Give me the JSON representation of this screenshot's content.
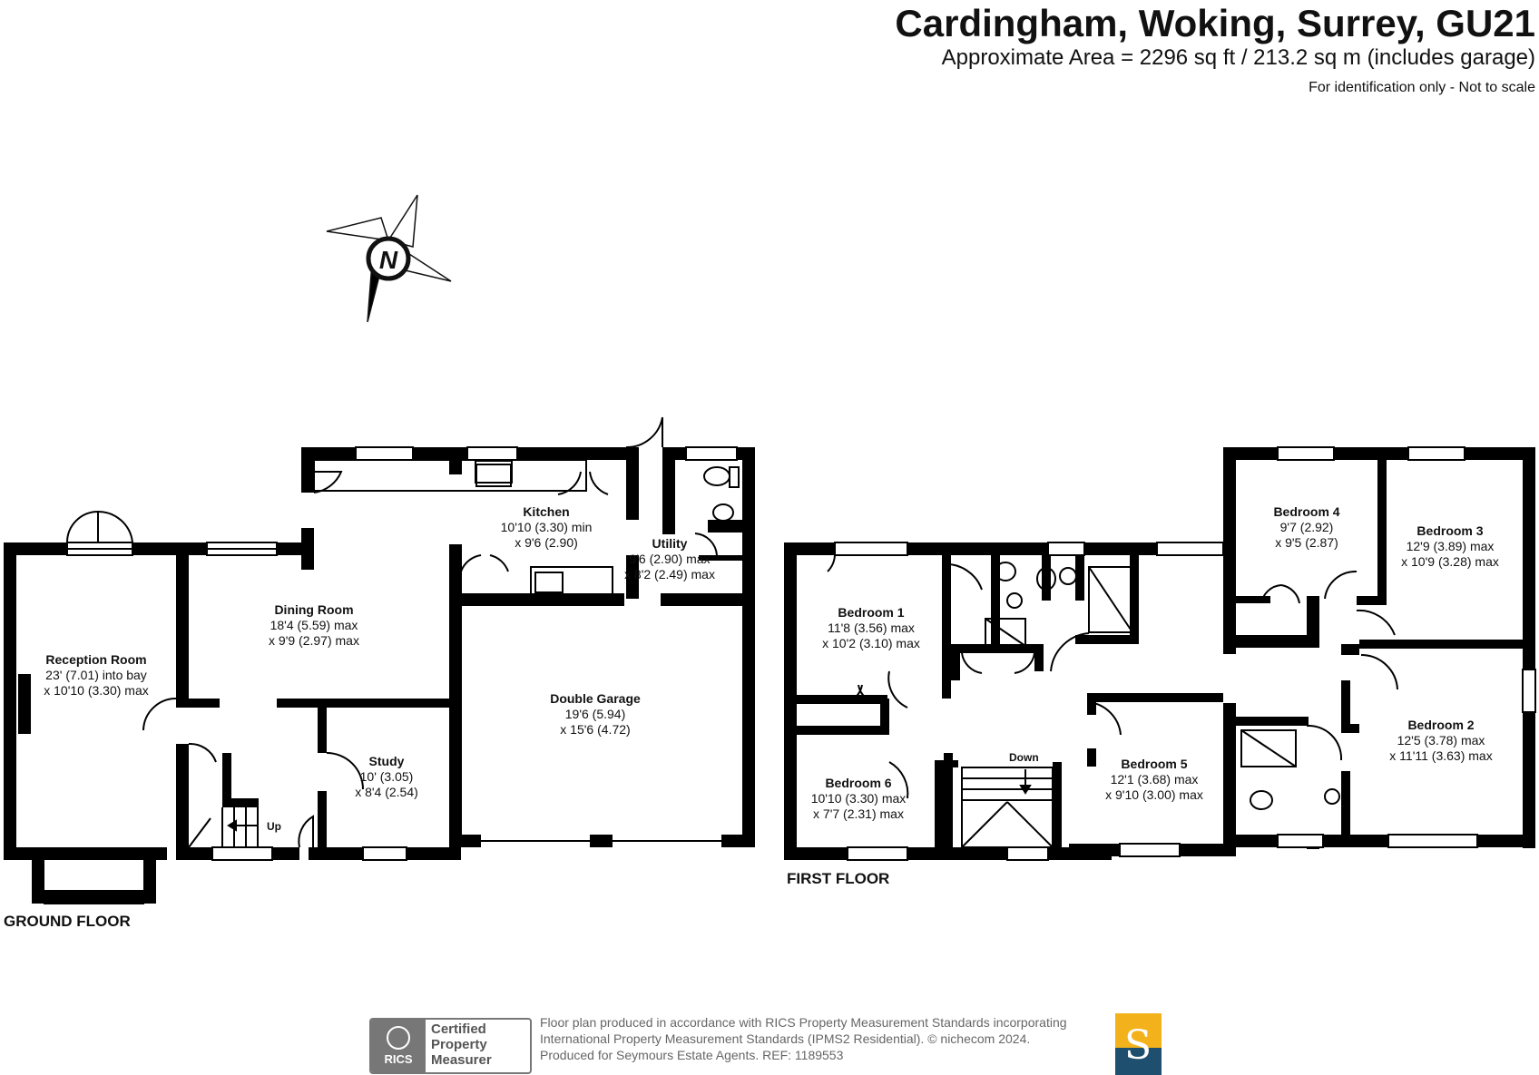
{
  "header": {
    "title": "Cardingham, Woking, Surrey, GU21",
    "subtitle": "Approximate Area = 2296 sq ft / 213.2 sq m (includes garage)",
    "disclaimer": "For identification only - Not to scale"
  },
  "compass": {
    "letter": "N",
    "icon": "compass-icon"
  },
  "ground_floor": {
    "label": "GROUND FLOOR",
    "stairs_label": "Up",
    "rooms": [
      {
        "name": "Reception Room",
        "dim1": "23' (7.01) into bay",
        "dim2": "x 10'10 (3.30) max"
      },
      {
        "name": "Dining Room",
        "dim1": "18'4 (5.59) max",
        "dim2": "x 9'9 (2.97) max"
      },
      {
        "name": "Kitchen",
        "dim1": "10'10 (3.30) min",
        "dim2": "x 9'6 (2.90)"
      },
      {
        "name": "Utility",
        "dim1": "9'6 (2.90) max",
        "dim2": "x 8'2 (2.49) max"
      },
      {
        "name": "Double Garage",
        "dim1": "19'6 (5.94)",
        "dim2": "x 15'6 (4.72)"
      },
      {
        "name": "Study",
        "dim1": "10' (3.05)",
        "dim2": "x 8'4 (2.54)"
      }
    ]
  },
  "first_floor": {
    "label": "FIRST FLOOR",
    "stairs_label": "Down",
    "rooms": [
      {
        "name": "Bedroom 1",
        "dim1": "11'8 (3.56) max",
        "dim2": "x 10'2 (3.10) max"
      },
      {
        "name": "Bedroom 4",
        "dim1": "9'7 (2.92)",
        "dim2": "x 9'5 (2.87)"
      },
      {
        "name": "Bedroom 3",
        "dim1": "12'9 (3.89) max",
        "dim2": "x 10'9 (3.28) max"
      },
      {
        "name": "Bedroom 2",
        "dim1": "12'5 (3.78) max",
        "dim2": "x 11'11 (3.63) max"
      },
      {
        "name": "Bedroom 5",
        "dim1": "12'1 (3.68) max",
        "dim2": "x 9'10 (3.00) max"
      },
      {
        "name": "Bedroom 6",
        "dim1": "10'10 (3.30) max",
        "dim2": "x 7'7 (2.31) max"
      }
    ]
  },
  "footer": {
    "line1": "Floor plan produced in accordance with RICS Property Measurement Standards incorporating",
    "line2": "International Property Measurement Standards (IPMS2 Residential).   © nichecom 2024.",
    "line3": "Produced for Seymours Estate Agents.   REF:  1189553",
    "rics_short": "RICS",
    "rics_badge": [
      "Certified",
      "Property",
      "Measurer"
    ],
    "agent_letter": "S"
  },
  "colors": {
    "wall": "#000000",
    "rics_grey": "#777777",
    "agent_gold": "#f3b21b",
    "agent_blue": "#1e4f6e"
  }
}
